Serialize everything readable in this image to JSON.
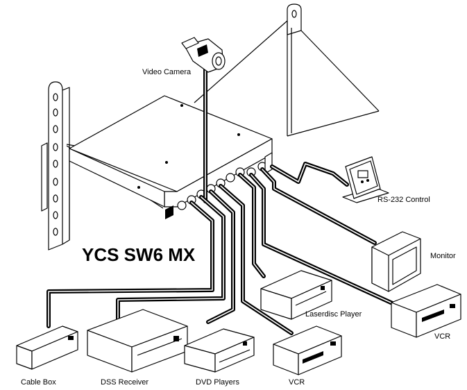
{
  "product_name": "YCS SW6 MX",
  "devices": {
    "video_camera": "Video Camera",
    "rs232_control": "RS-232 Control",
    "monitor": "Monitor",
    "laserdisc_player": "Laserdisc Player",
    "vcr_right": "VCR",
    "cable_box": "Cable Box",
    "dss_receiver": "DSS Receiver",
    "dvd_players": "DVD Players",
    "vcr_bottom": "VCR"
  }
}
